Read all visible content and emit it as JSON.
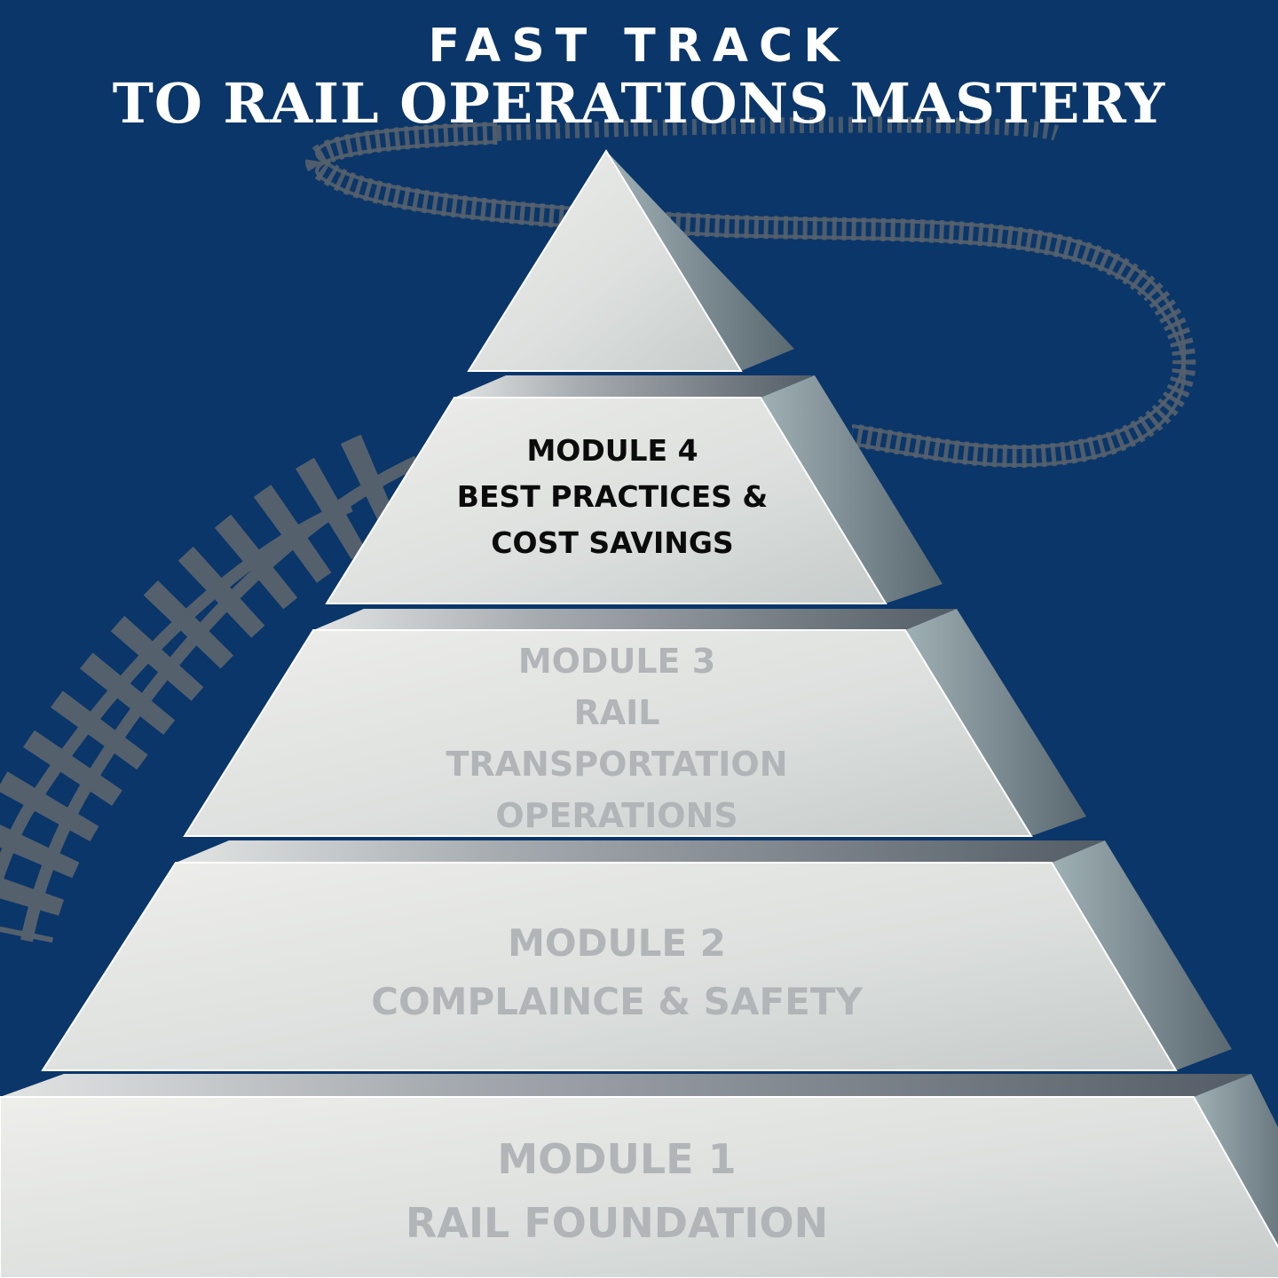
{
  "title": {
    "line1": "FAST TRACK",
    "line2": "TO RAIL OPERATIONS MASTERY"
  },
  "colors": {
    "background": "#0a3669",
    "track": "#55606d",
    "active_text": "#0b0b0b",
    "inactive_text": "#b1b5b7"
  },
  "tiers": [
    {
      "id": "apex",
      "lines": [],
      "active": false
    },
    {
      "id": "module-4",
      "lines": [
        "MODULE 4",
        "BEST PRACTICES &",
        "COST SAVINGS"
      ],
      "active": true
    },
    {
      "id": "module-3",
      "lines": [
        "MODULE 3",
        "RAIL",
        "TRANSPORTATION",
        "OPERATIONS"
      ],
      "active": false
    },
    {
      "id": "module-2",
      "lines": [
        "MODULE 2",
        "COMPLAINCE & SAFETY"
      ],
      "active": false
    },
    {
      "id": "module-1",
      "lines": [
        "MODULE 1",
        "RAIL FOUNDATION"
      ],
      "active": false
    }
  ]
}
